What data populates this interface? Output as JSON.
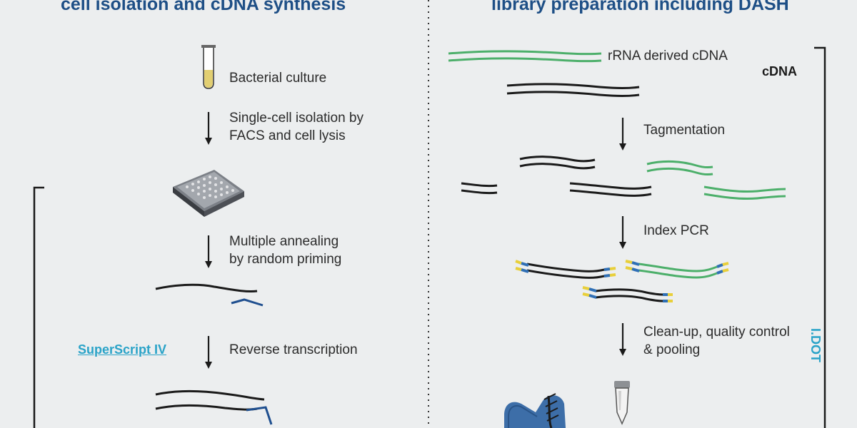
{
  "left": {
    "heading": "cell isolation and cDNA synthesis",
    "steps": [
      "Bacterial culture",
      "Single-cell isolation by\nFACS and cell lysis",
      "Multiple annealing\nby random priming",
      "Reverse transcription"
    ],
    "enzyme_label": "SuperScript IV"
  },
  "right": {
    "heading": "library preparation including DASH",
    "rrna_label": "rRNA derived cDNA",
    "cdna_label": "cDNA",
    "steps": [
      "Tagmentation",
      "Index PCR",
      "Clean-up, quality control\n& pooling"
    ],
    "side_label": "I.DOT"
  },
  "colors": {
    "heading": "#1e4f86",
    "green_strand": "#4caf6a",
    "black_strand": "#1a1a1a",
    "blue_primer": "#1f4f8f",
    "accent": "#2aa3c8",
    "adapter_yellow": "#e8cf3a",
    "adapter_blue": "#2f6fb5",
    "background": "#eceeef"
  },
  "icons": [
    "culture-tube-icon",
    "well-plate-icon",
    "pcr-tube-icon",
    "dispensing-instrument-icon"
  ]
}
